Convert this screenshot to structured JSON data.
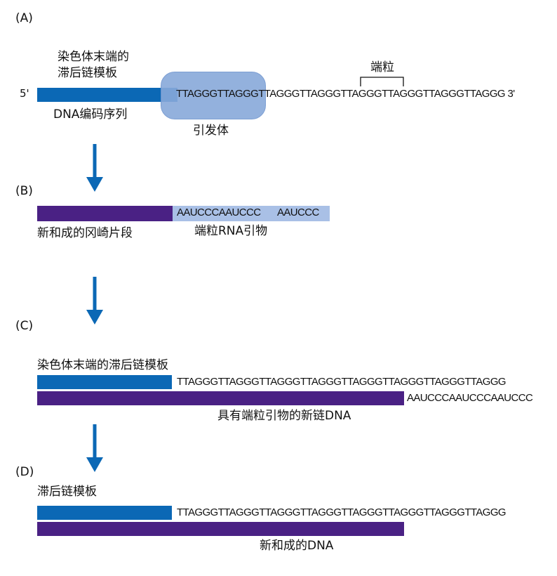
{
  "panelA": {
    "label": "(A)",
    "template_label_line1": "染色体末端的",
    "template_label_line2": "滞后链模板",
    "five_prime": "5'",
    "sequence": "TTAGGGTTAGGGTTAGGGTTAGGGTTAGGGTTAGGGTTAGGGTTAGGG 3'",
    "dna_coding_label": "DNA编码序列",
    "primer_label": "引发体",
    "telomere_bracket_label": "端粒"
  },
  "panelB": {
    "label": "(B)",
    "seq1": "AAUCCCAAUCCC",
    "seq2": "AAUCCC",
    "okazaki_label": "新和成的冈崎片段",
    "rna_primer_label": "端粒RNA引物"
  },
  "panelC": {
    "label": "(C)",
    "template_label": "染色体末端的滞后链模板",
    "sequence": "TTAGGGTTAGGGTTAGGGTTAGGGTTAGGGTTAGGGTTAGGGTTAGGG",
    "new_strand_seq": "AAUCCCAAUCCCAAUCCC",
    "new_strand_label": "具有端粒引物的新链DNA"
  },
  "panelD": {
    "label": "(D)",
    "template_label": "滞后链模板",
    "sequence": "TTAGGGTTAGGGTTAGGGTTAGGGTTAGGGTTAGGGTTAGGGTTAGGG",
    "new_dna_label": "新和成的DNA"
  },
  "colors": {
    "template_blue": "#0b68b5",
    "new_strand_purple": "#4a2184",
    "rna_primer_light": "#a9c0e6",
    "primase_blob": "#88a9da",
    "arrow": "#0b68b5"
  }
}
